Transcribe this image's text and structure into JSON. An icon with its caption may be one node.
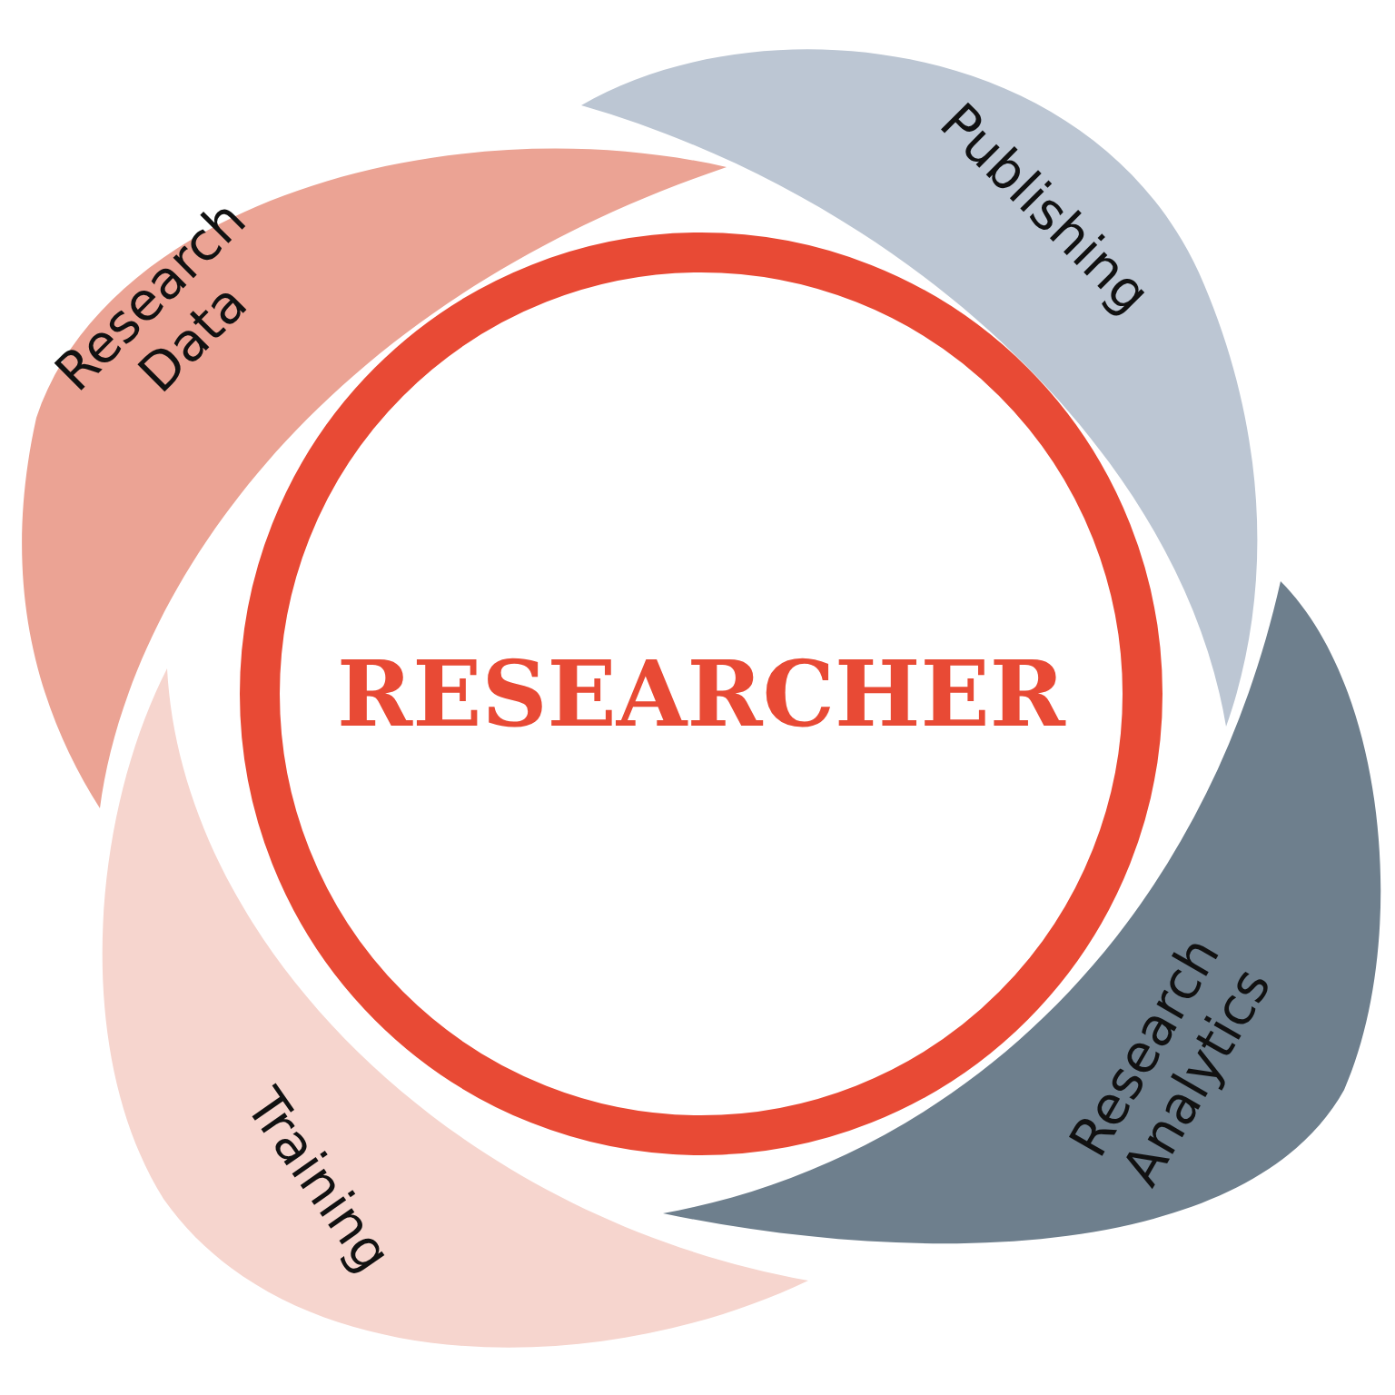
{
  "diagram": {
    "nodes": [
      {
        "text": [
          "RESEARCHER"
        ]
      },
      {
        "text": [
          "Research Data"
        ]
      },
      {
        "text": [
          "Publishing"
        ]
      },
      {
        "text": [
          "Research Analytics"
        ]
      },
      {
        "text": [
          "Training"
        ]
      }
    ],
    "edges": []
  }
}
